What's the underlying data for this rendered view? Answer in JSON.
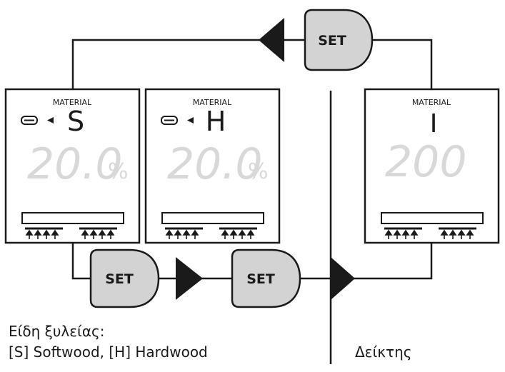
{
  "panels": [
    {
      "label": "MATERIAL",
      "code": "S",
      "reading": "20.0",
      "unit": "%"
    },
    {
      "label": "MATERIAL",
      "code": "H",
      "reading": "20.0",
      "unit": "%"
    },
    {
      "label": "MATERIAL",
      "code": "I",
      "reading": "200",
      "unit": ""
    }
  ],
  "buttons": {
    "top_set": "SET",
    "bottom_set_1": "SET",
    "bottom_set_2": "SET"
  },
  "captions": {
    "wood_types_title": "Είδη ξυλείας:",
    "wood_types": "[S] Softwood, [H] Hardwood",
    "index": "Δείκτης"
  },
  "colors": {
    "line": "#1a1a1a",
    "button_fill": "#d3d3d3",
    "segment": "#d8d8d8"
  }
}
